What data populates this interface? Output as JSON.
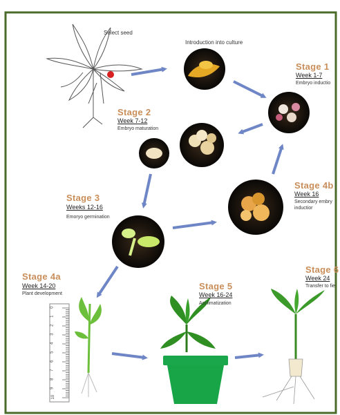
{
  "border_color": "#4a6b2a",
  "arrow_color": "#6f86c6",
  "accent_color": "#c98e5a",
  "steps": {
    "select_seed": "Select seed",
    "introduction": "Introduction into culture"
  },
  "stages": {
    "s1": {
      "title": "Stage 1",
      "week": "Week 1-7",
      "desc": "Embryo inductio"
    },
    "s2": {
      "title": "Stage 2",
      "week": "Week 7-12",
      "desc": "Embryo maturation"
    },
    "s3": {
      "title": "Stage 3",
      "week": "Weeks 12-16",
      "desc": "Emoryo germination"
    },
    "s4b": {
      "title": "Stage 4b",
      "week": "Week 16",
      "desc1": "Secondary embry",
      "desc2": "inductior"
    },
    "s4a": {
      "title": "Stage 4a",
      "week": "Week 14-20",
      "desc": "Plant development"
    },
    "s5": {
      "title": "Stage 5",
      "week": "Week 16-24",
      "desc": "Acclimatization"
    },
    "s6": {
      "title": "Stage 6",
      "week": "Week 24",
      "desc": "Transfer to fie"
    }
  },
  "ruler": {
    "tick_labels": [
      "0",
      "1",
      "2",
      "3",
      "4",
      "5",
      "6",
      "7",
      "8",
      "9",
      "10"
    ]
  }
}
